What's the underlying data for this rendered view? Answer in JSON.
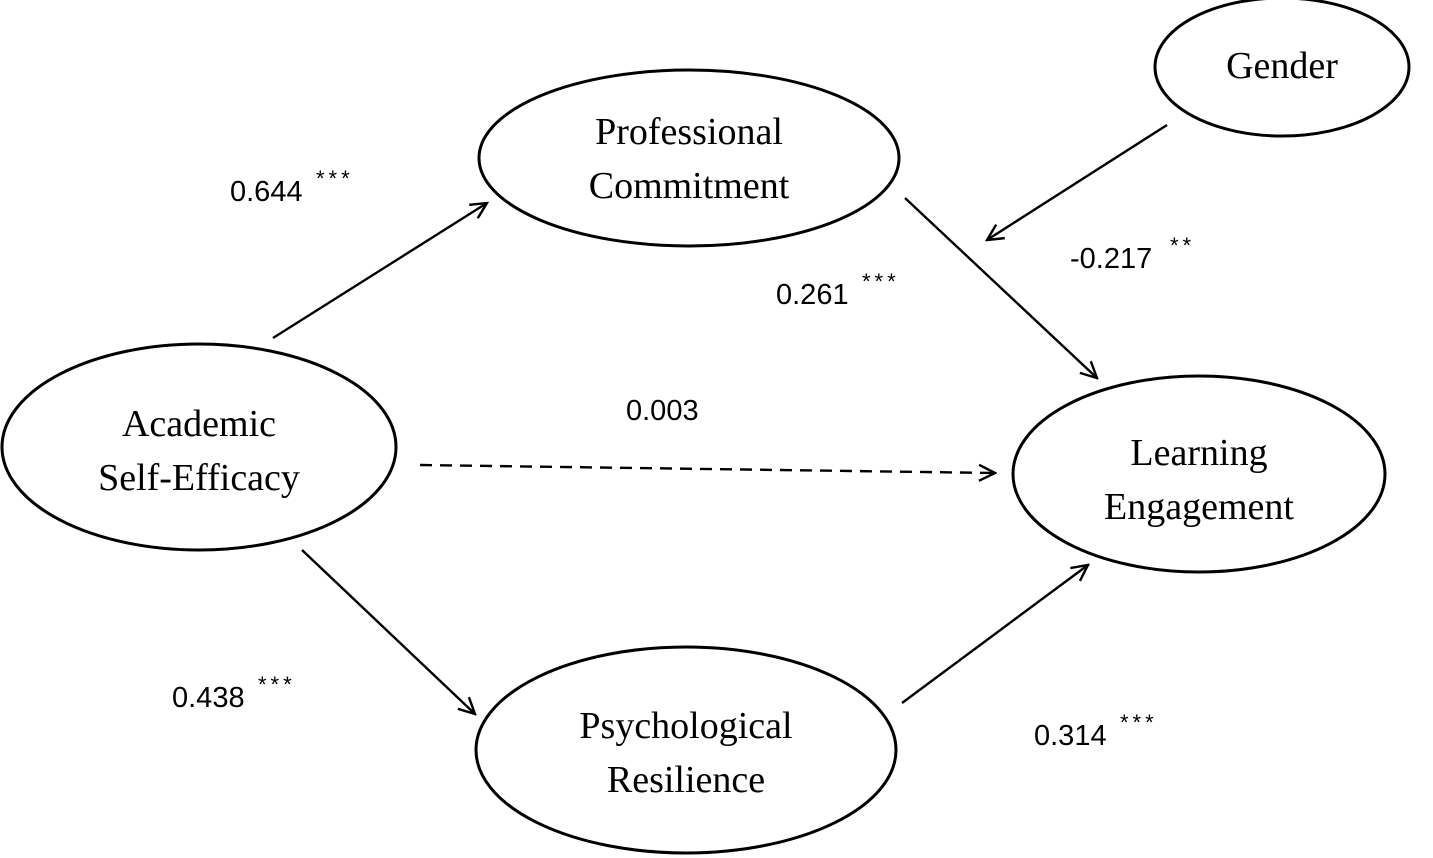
{
  "nodes": {
    "academic_self_efficacy": {
      "line1": "Academic",
      "line2": "Self-Efficacy"
    },
    "professional_commitment": {
      "line1": "Professional",
      "line2": "Commitment"
    },
    "psychological_resilience": {
      "line1": "Psychological",
      "line2": "Resilience"
    },
    "learning_engagement": {
      "line1": "Learning",
      "line2": "Engagement"
    },
    "gender": {
      "label": "Gender"
    }
  },
  "paths": {
    "ase_to_pc": {
      "value": "0.644",
      "sig": "***"
    },
    "ase_to_pr": {
      "value": "0.438",
      "sig": "***"
    },
    "ase_to_le": {
      "value": "0.003",
      "sig": ""
    },
    "pc_to_le": {
      "value": "0.261",
      "sig": "***"
    },
    "pr_to_le": {
      "value": "0.314",
      "sig": "***"
    },
    "gender_moderation": {
      "value": "-0.217",
      "sig": "**"
    }
  }
}
